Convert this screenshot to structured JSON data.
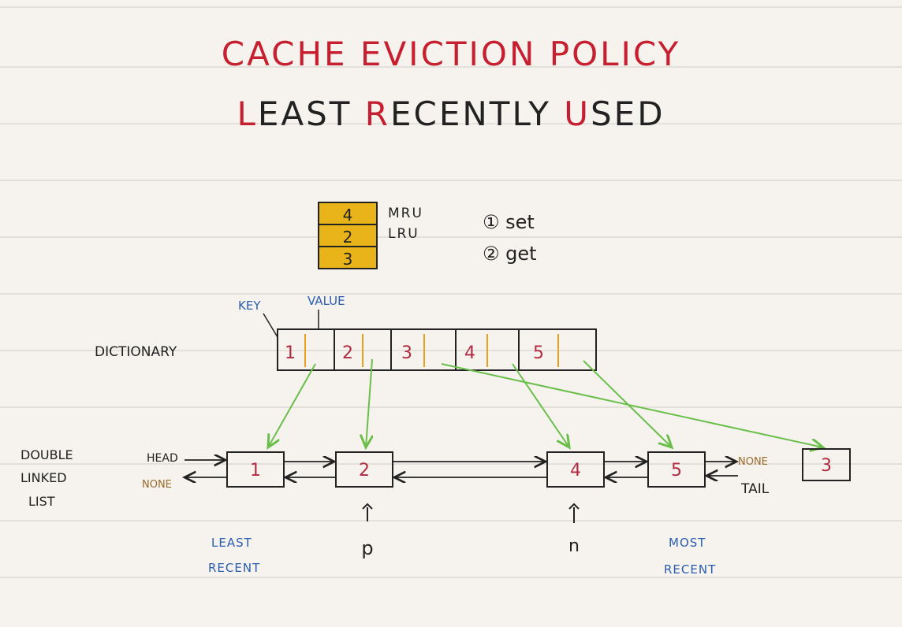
{
  "title": {
    "line1": "CACHE EVICTION POLICY",
    "line2_part1": "LEAST ",
    "line2_part2": "RECENTLY",
    "line2_part3": " USED"
  },
  "stack": {
    "cells": [
      "4",
      "2",
      "3"
    ],
    "mru_label": "MRU",
    "lru_label": "LRU",
    "fill_color": "#e8b41a"
  },
  "operations": [
    "① set",
    "② get"
  ],
  "dictionary": {
    "label": "DICTIONARY",
    "key_label": "KEY",
    "value_label": "VALUE",
    "keys": [
      "1",
      "2",
      "3",
      "4",
      "5"
    ]
  },
  "linked_list": {
    "label_line1": "DOUBLE",
    "label_line2": "LINKED",
    "label_line3": "LIST",
    "head_label": "HEAD",
    "none_left": "NONE",
    "none_right": "NONE",
    "tail_label": "TAIL",
    "nodes": [
      "1",
      "2",
      "4",
      "5"
    ],
    "detached_node": "3",
    "pointer_p": "p",
    "pointer_n": "n"
  },
  "annotations": {
    "least_recent_line1": "LEAST",
    "least_recent_line2": "RECENT",
    "most_recent_line1": "MOST",
    "most_recent_line2": "RECENT"
  }
}
